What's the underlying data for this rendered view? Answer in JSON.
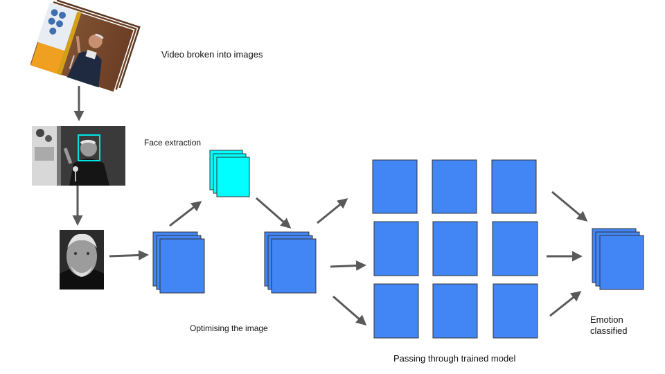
{
  "labels": {
    "video_broken": "Video broken into images",
    "face_extraction": "Face extraction",
    "optimising": "Optimising the image",
    "trained_model": "Passing through trained model",
    "emotion_classified": "Emotion classified"
  },
  "colors": {
    "frame_blue": "#4285f4",
    "frame_cyan": "#00ffff",
    "stroke": "#333333",
    "arrow": "#595959"
  },
  "images": [
    {
      "name": "video-frames-photo",
      "description_icon": "photo-stack-icon"
    },
    {
      "name": "face-detection-photo",
      "description_icon": "face-box-icon"
    },
    {
      "name": "cropped-face-photo",
      "description_icon": "face-photo-icon"
    }
  ]
}
